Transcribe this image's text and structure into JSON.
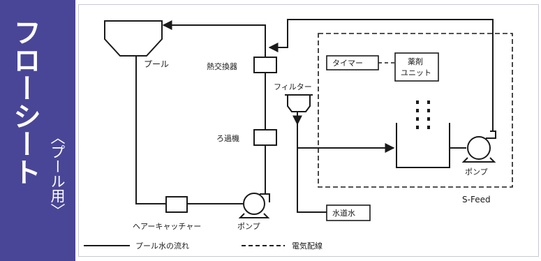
{
  "sidebar": {
    "title": "フローシート",
    "subtitle": "〈プール用〉"
  },
  "labels": {
    "pool": "プール",
    "heat_exchanger": "熱交換器",
    "filter": "フィルター",
    "filtration": "ろ過機",
    "hair_catcher": "ヘアーキャッチャー",
    "main_pump": "ポンプ",
    "timer": "タイマー",
    "chemical_unit_line1": "薬剤",
    "chemical_unit_line2": "ユニット",
    "feed_pump": "ポンプ",
    "sfeed": "S-Feed",
    "tap_water": "水道水"
  },
  "legend": {
    "flow": "プール水の流れ",
    "electrical": "電気配線"
  },
  "colors": {
    "sidebar_bg": "#4a4697",
    "line": "#1a1a1a"
  }
}
